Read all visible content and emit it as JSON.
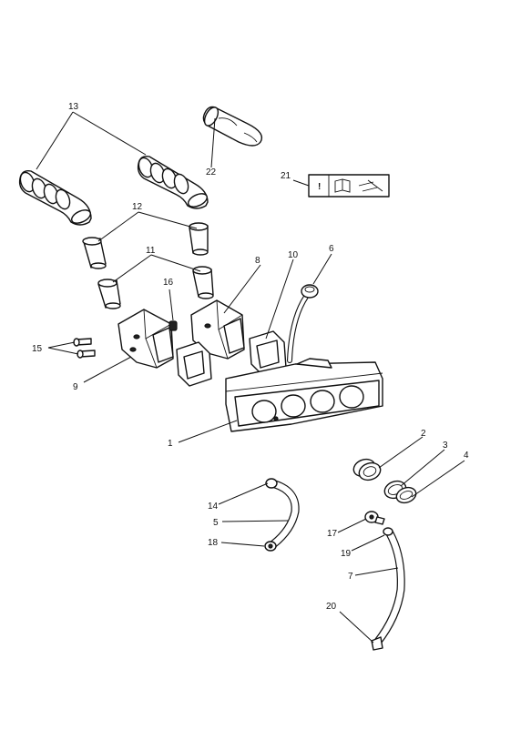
{
  "callouts": {
    "c1": "1",
    "c2": "2",
    "c3": "3",
    "c4": "4",
    "c5": "5",
    "c6": "6",
    "c7": "7",
    "c8": "8",
    "c9": "9",
    "c10": "10",
    "c11": "11",
    "c12": "12",
    "c13": "13",
    "c14": "14",
    "c15": "15",
    "c16": "16",
    "c17": "17",
    "c18": "18",
    "c19": "19",
    "c20": "20",
    "c21": "21",
    "c22": "22"
  },
  "label_box": {
    "symbol": "!"
  },
  "colors": {
    "line": "#111111",
    "background": "#ffffff"
  }
}
